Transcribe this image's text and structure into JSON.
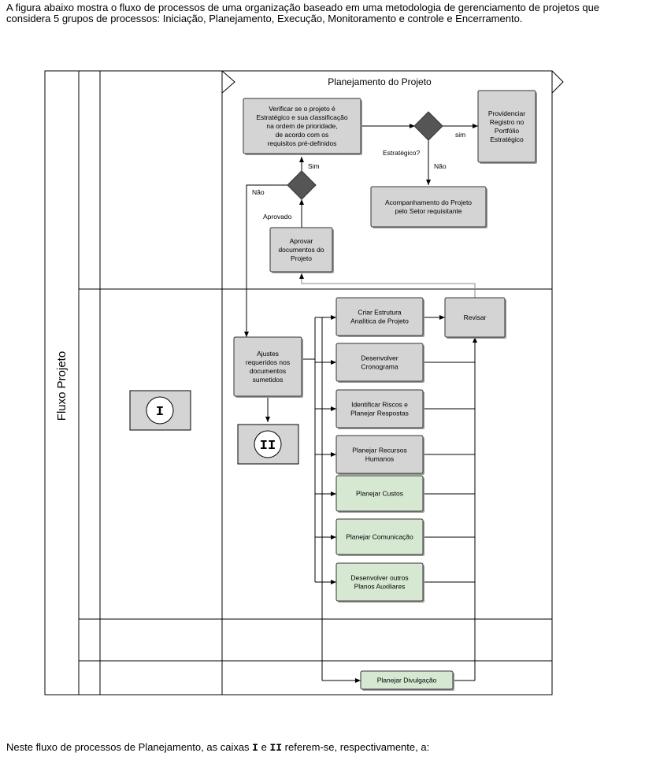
{
  "intro_text": "A figura abaixo mostra o fluxo de processos de uma organização baseado em uma metodologia de gerenciamento de projetos que considera 5 grupos de processos: Iniciação, Planejamento, Execução, Monitoramento e controle e Encerramento.",
  "question": {
    "before": "Neste fluxo de processos de Planejamento, as caixas ",
    "box_i": "I",
    "middle": " e ",
    "box_ii": "II",
    "after": " referem-se, respectivamente, a:"
  },
  "diagram": {
    "pool_label": "Fluxo Projeto",
    "phase_title": "Planejamento do Projeto",
    "boxes": {
      "verificar": [
        "Verificar se o projeto é",
        "Estratégico e sua classificação",
        "na ordem de prioridade,",
        "de acordo com os",
        "requisitos pré-definidos"
      ],
      "providenciar": [
        "Providenciar",
        "Registro no",
        "Portfólio",
        "Estratégico"
      ],
      "acompanhamento": [
        "Acompanhamento do Projeto",
        "pelo Setor requisitante"
      ],
      "aprovar": [
        "Aprovar",
        "documentos do",
        "Projeto"
      ],
      "criar_eap": [
        "Criar Estrutura",
        "Analítica de Projeto"
      ],
      "revisar": [
        "Revisar"
      ],
      "ajustes": [
        "Ajustes",
        "requeridos nos",
        "documentos",
        "sumetidos"
      ],
      "cronograma": [
        "Desenvolver",
        "Cronograma"
      ],
      "riscos": [
        "Identificar Riscos e",
        "Planejar Respostas"
      ],
      "rh": [
        "Planejar Recursos",
        "Humanos"
      ],
      "custos": [
        "Planejar Custos"
      ],
      "comunicacao": [
        "Planejar Comunicação"
      ],
      "outros": [
        "Desenvolver outros",
        "Planos Auxiliares"
      ],
      "divulgacao": [
        "Planejar Divulgação"
      ]
    },
    "box_i_label": "I",
    "box_ii_label": "II",
    "labels": {
      "sim_right": "sim",
      "estrategico": "Estratégico?",
      "nao_down": "Não",
      "sim_up": "Sim",
      "nao_left": "Não",
      "aprovado": "Aprovado"
    },
    "colors": {
      "gray_box": "#d4d4d4",
      "green_box": "#d6e8d2",
      "diamond": "#555555",
      "line": "#000000"
    }
  }
}
